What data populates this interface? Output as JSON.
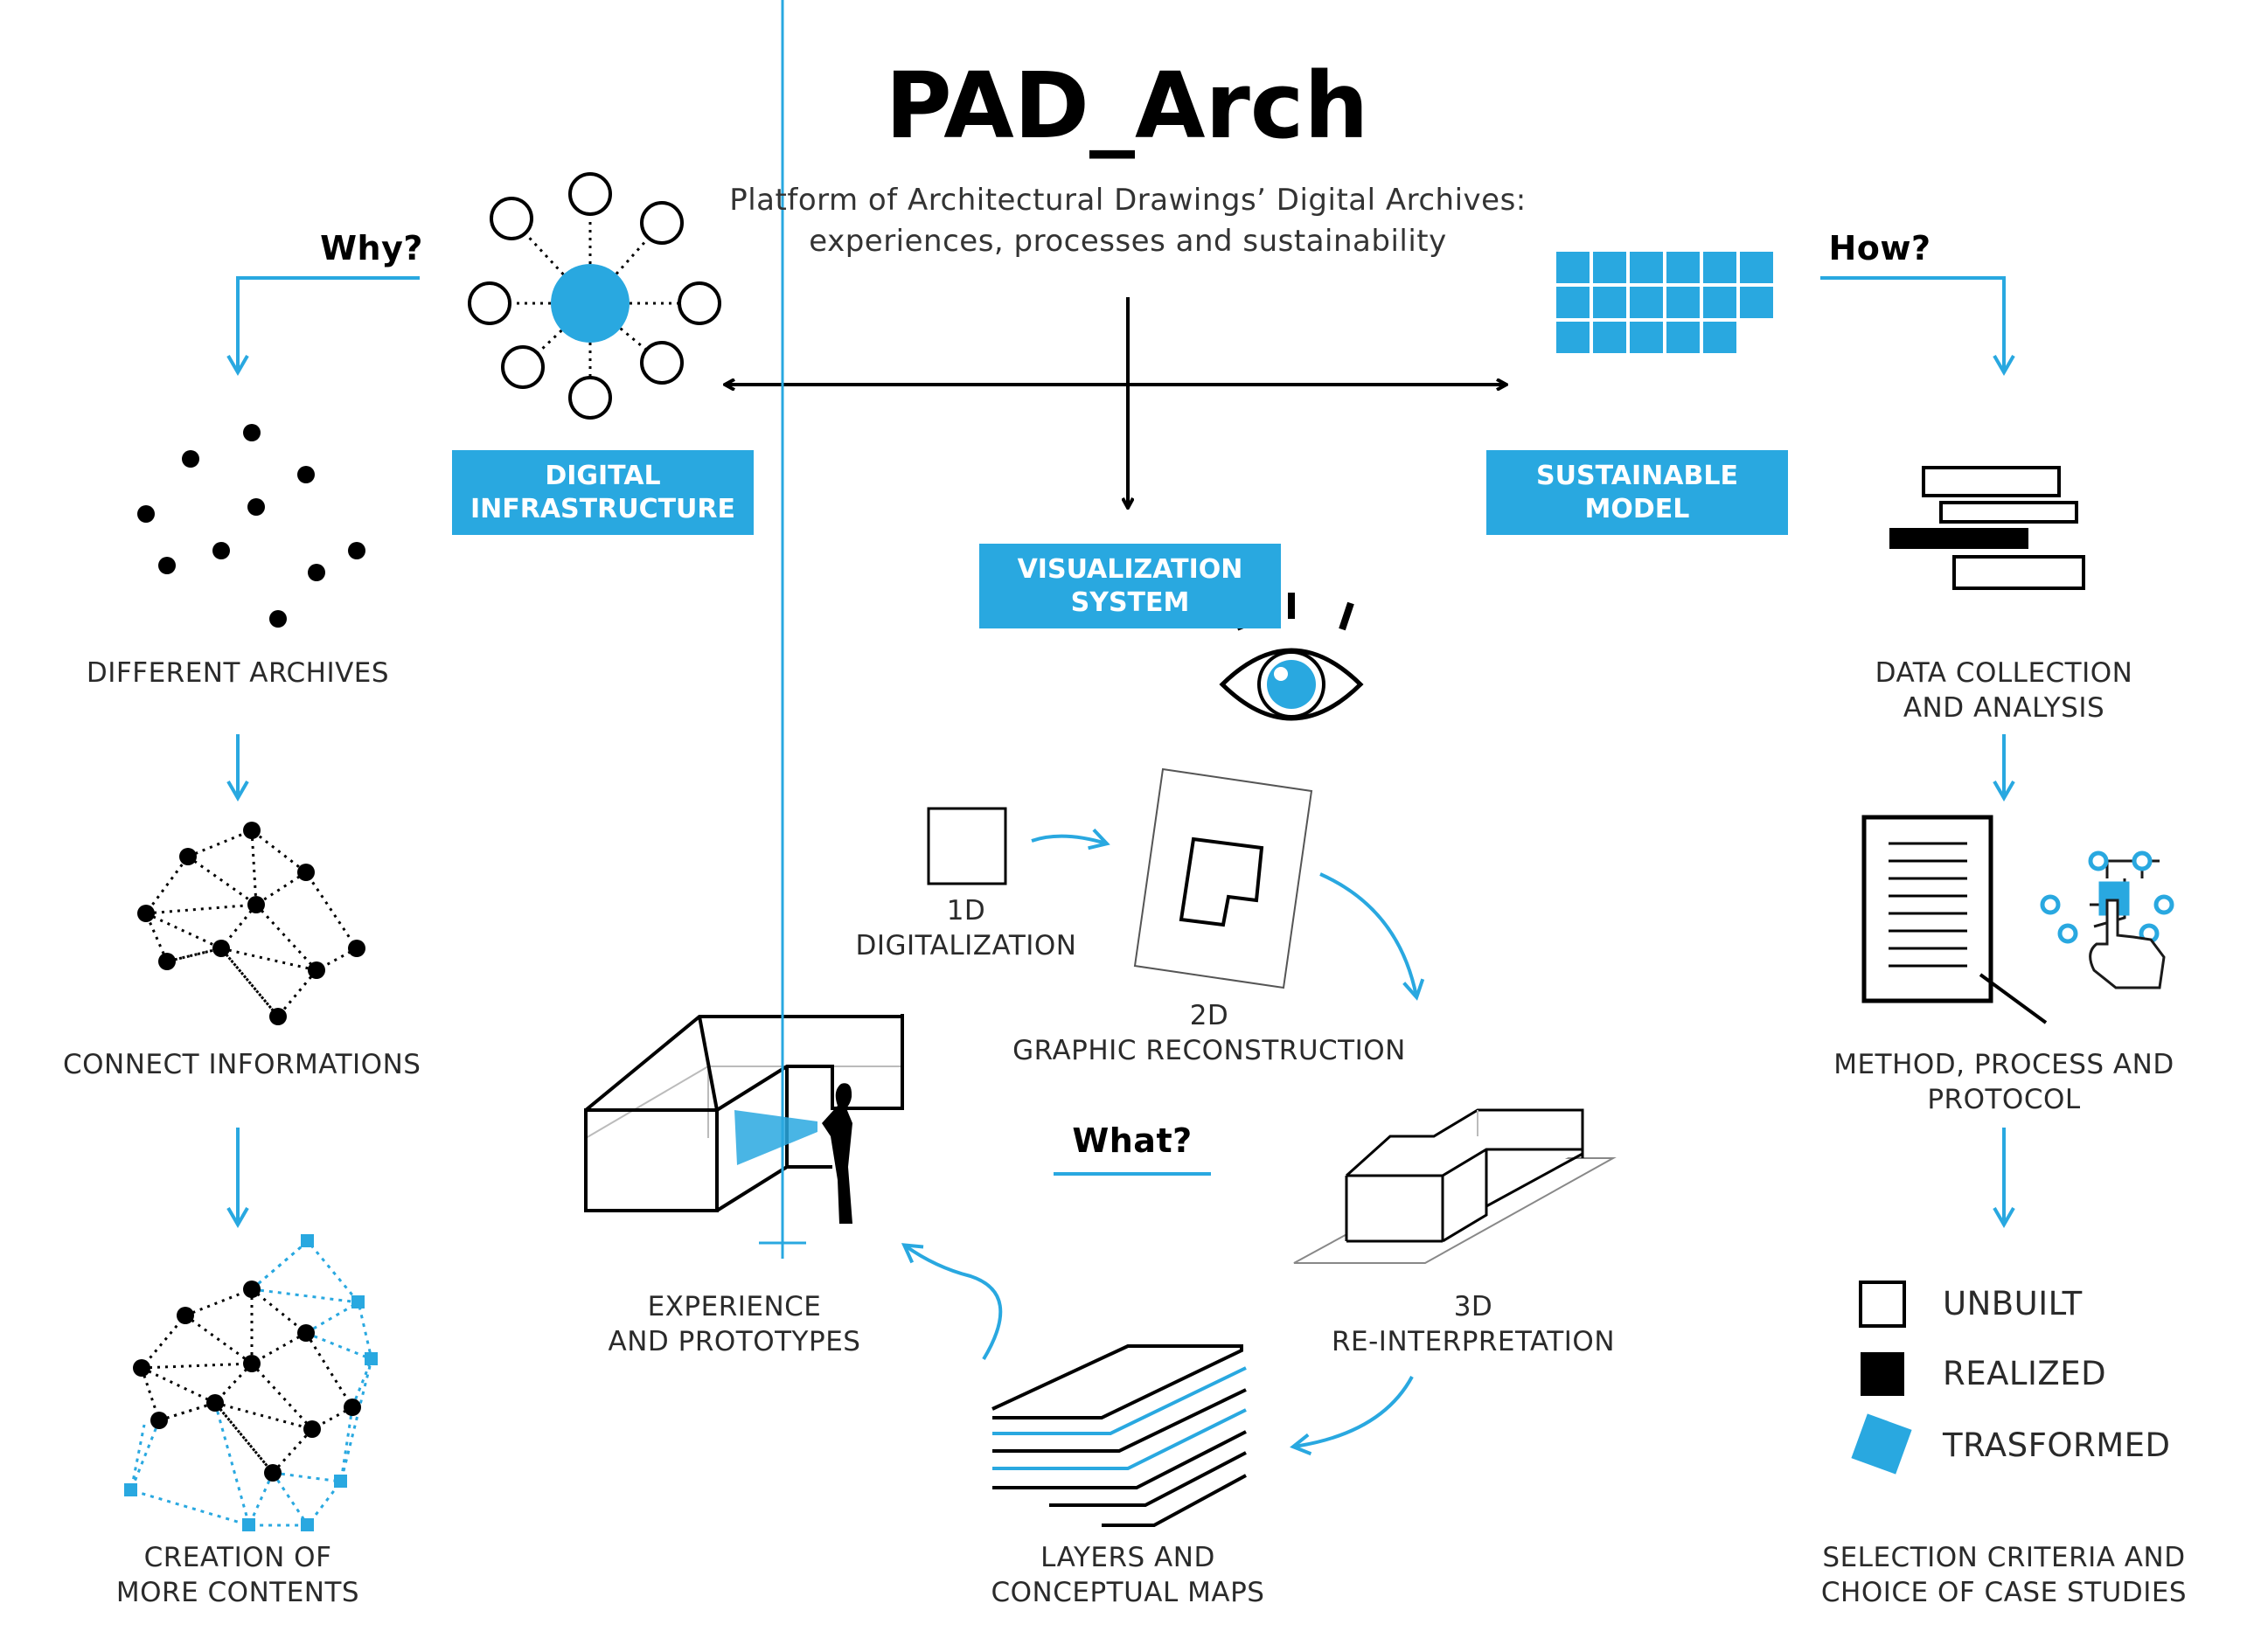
{
  "title": "PAD_Arch",
  "subtitle": [
    "Platform of Architectural Drawings’ Digital Archives:",
    "experiences, processes and sustainability"
  ],
  "questions": {
    "why": "Why?",
    "how": "How?",
    "what": "What?"
  },
  "boxes": {
    "digital_infrastructure": [
      "DIGITAL",
      "INFRASTRUCTURE"
    ],
    "sustainable_model": [
      "SUSTAINABLE",
      "MODEL"
    ],
    "visualization_system": [
      "VISUALIZATION",
      "SYSTEM"
    ]
  },
  "left_column": {
    "different_archives": [
      "DIFFERENT ARCHIVES"
    ],
    "connect_informations": [
      "CONNECT INFORMATIONS"
    ],
    "creation_of_more_contents": [
      "CREATION OF",
      "MORE CONTENTS"
    ]
  },
  "center": {
    "digitalization": [
      "1D",
      "DIGITALIZATION"
    ],
    "graphic_reconstruction": [
      "2D",
      "GRAPHIC RECONSTRUCTION"
    ],
    "re_interpretation": [
      "3D",
      "RE-INTERPRETATION"
    ],
    "layers_conceptual_maps": [
      "LAYERS AND",
      "CONCEPTUAL MAPS"
    ],
    "experience_prototypes": [
      "EXPERIENCE",
      "AND PROTOTYPES"
    ]
  },
  "right_column": {
    "data_collection": [
      "DATA COLLECTION",
      "AND ANALYSIS"
    ],
    "method_process": [
      "METHOD, PROCESS AND",
      "PROTOCOL"
    ],
    "selection_criteria": [
      "SELECTION CRITERIA AND",
      "CHOICE OF CASE STUDIES"
    ]
  },
  "legend": [
    {
      "label": "UNBUILT",
      "icon": "white-square-icon"
    },
    {
      "label": "REALIZED",
      "icon": "black-square-icon"
    },
    {
      "label": "TRASFORMED",
      "icon": "blue-diamond-icon"
    }
  ],
  "colors": {
    "accent": "#29a8e0",
    "ink": "#000000",
    "text": "#2a2a2a"
  }
}
